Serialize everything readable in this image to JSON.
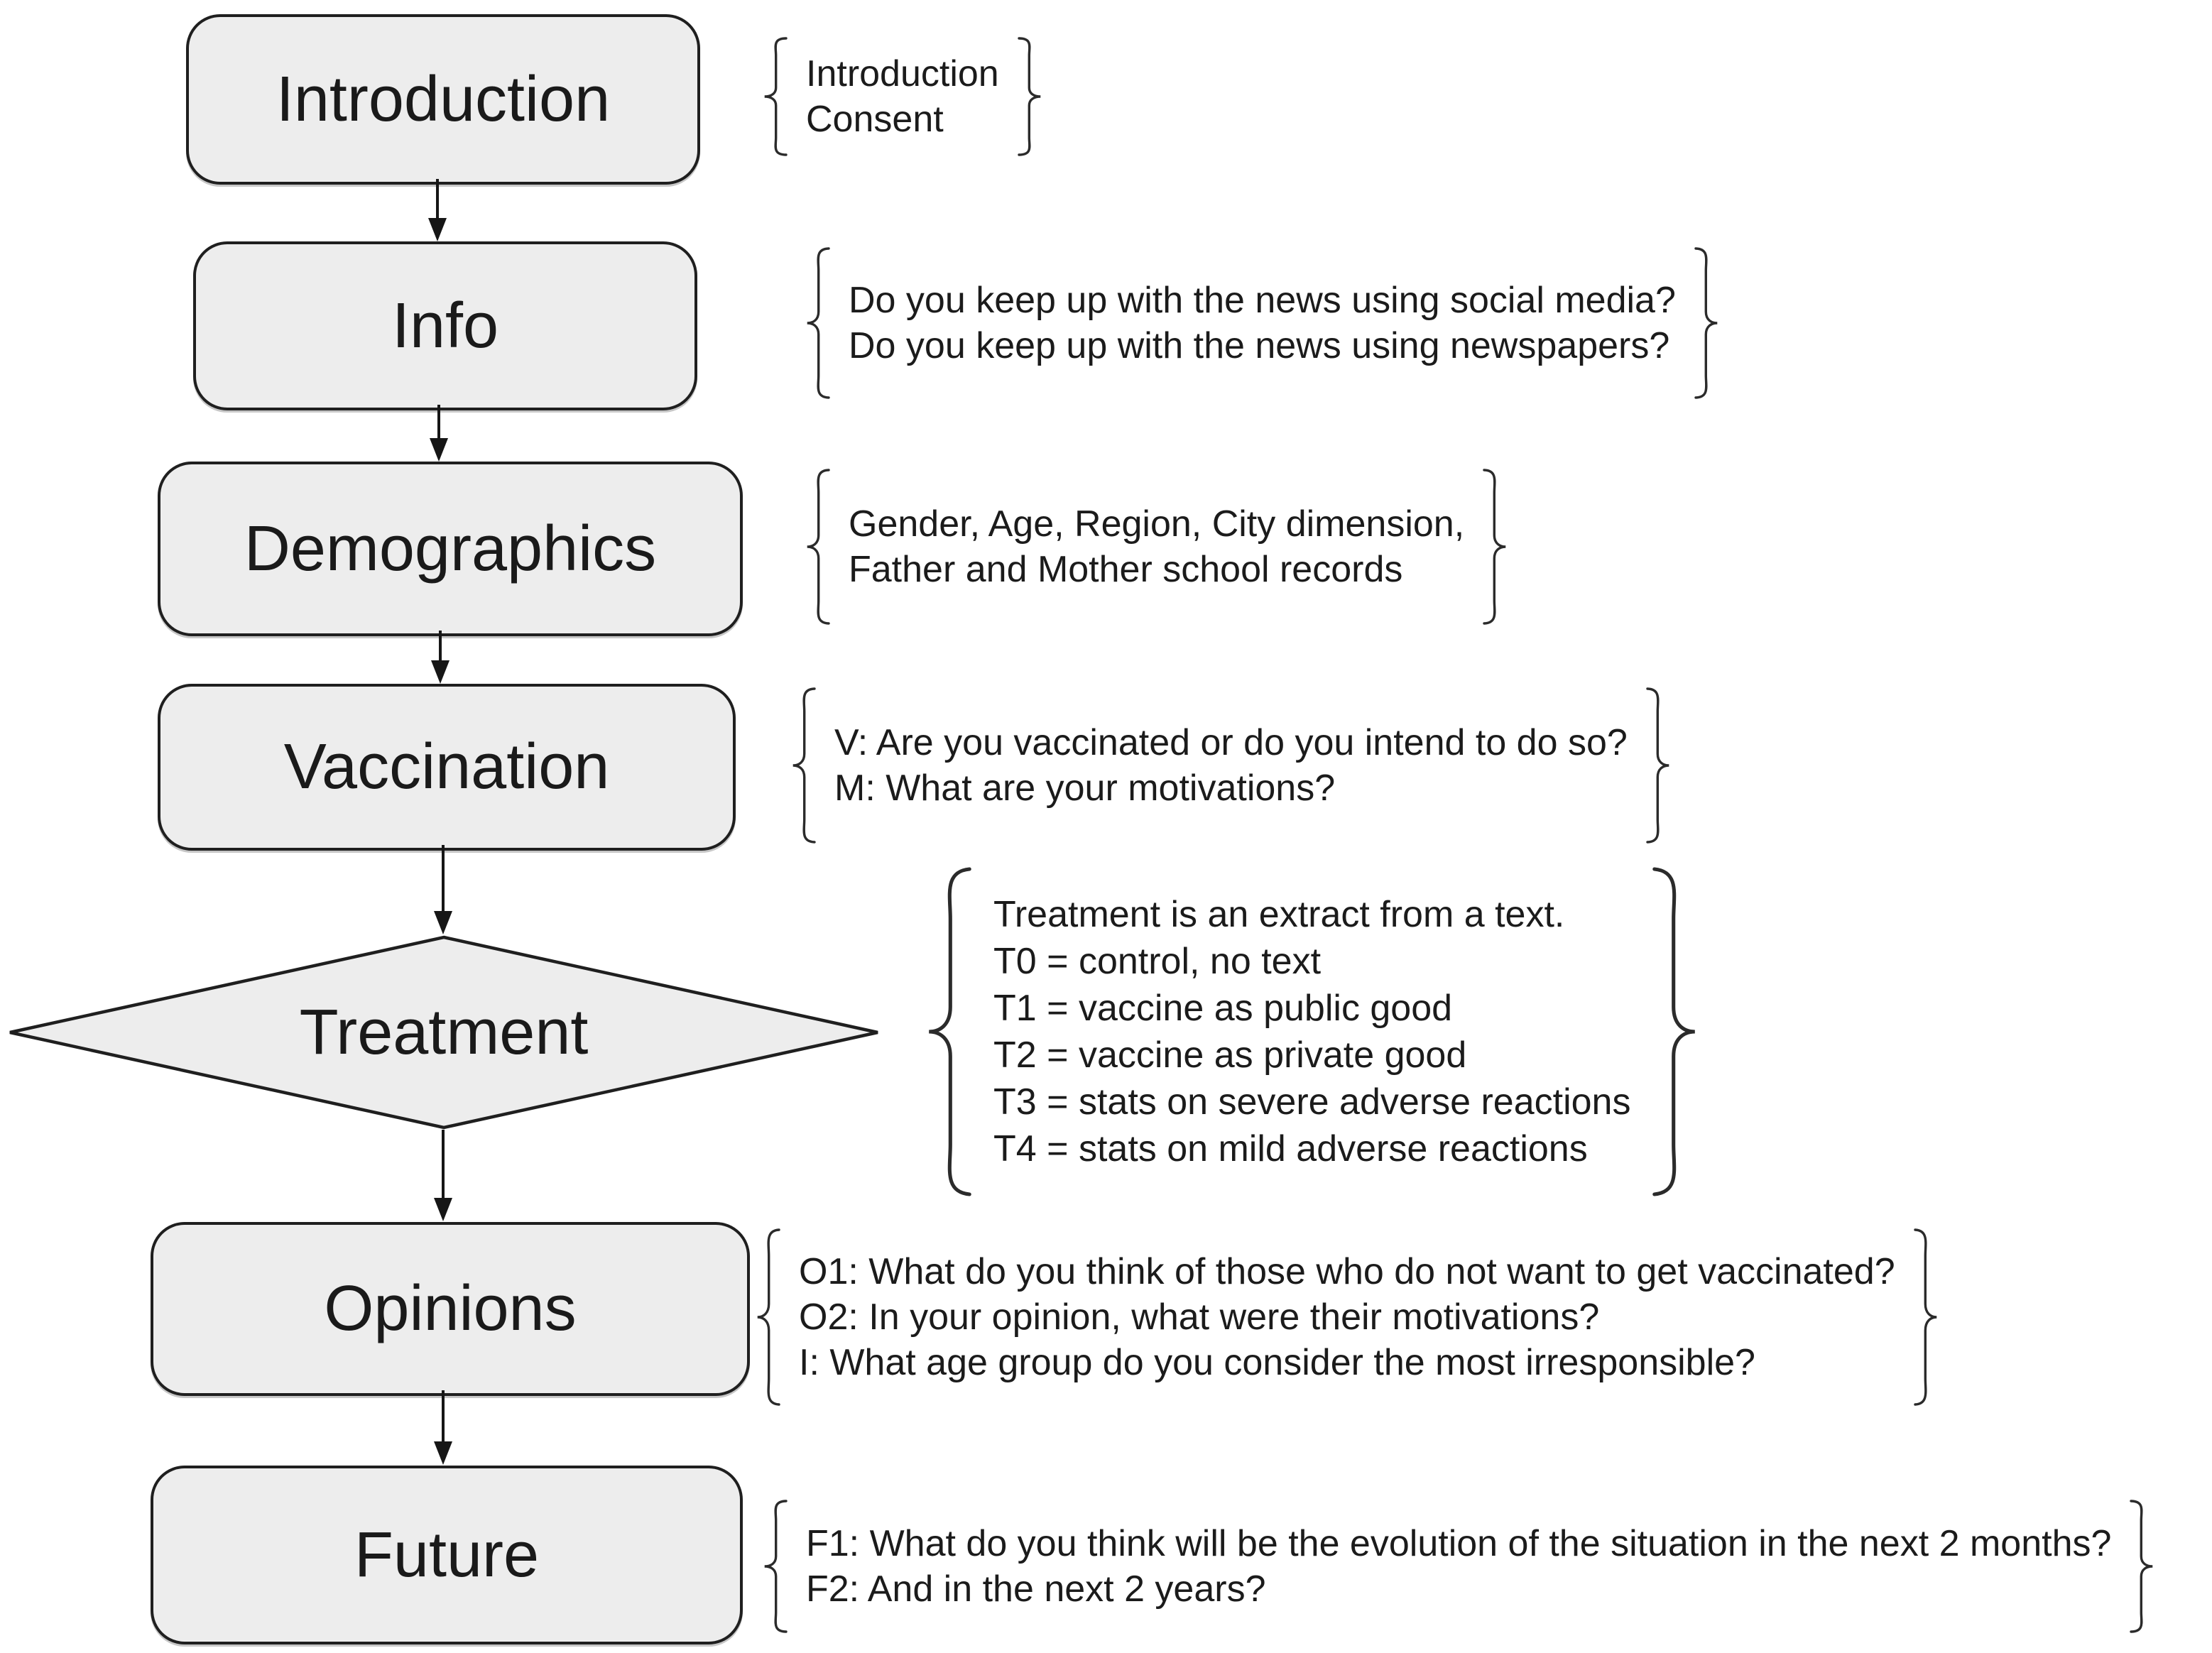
{
  "colors": {
    "background": "#ffffff",
    "node_fill": "#ededed",
    "node_border": "#1f1f1f",
    "arrow": "#161616",
    "text": "#1a1a1a",
    "brace": "#2b2b2b"
  },
  "nodes": [
    {
      "label": "Introduction",
      "shape": "rounded-rect",
      "annotation": [
        "Introduction",
        "Consent"
      ]
    },
    {
      "label": "Info",
      "shape": "rounded-rect",
      "annotation": [
        "Do you keep up with the news using social media?",
        "Do you keep up with the news using newspapers?"
      ]
    },
    {
      "label": "Demographics",
      "shape": "rounded-rect",
      "annotation": [
        "Gender, Age, Region, City dimension,",
        "Father and Mother school records"
      ]
    },
    {
      "label": "Vaccination",
      "shape": "rounded-rect",
      "annotation": [
        "V: Are you vaccinated or do you intend to do so?",
        "M: What are your motivations?"
      ]
    },
    {
      "label": "Treatment",
      "shape": "diamond",
      "annotation": [
        "Treatment is an extract from a text.",
        "T0 = control, no text",
        "T1 = vaccine as public good",
        "T2 = vaccine as private good",
        "T3 = stats on severe adverse reactions",
        "T4 = stats on mild adverse reactions"
      ]
    },
    {
      "label": "Opinions",
      "shape": "rounded-rect",
      "annotation": [
        "O1: What do you think of those who do not want to get vaccinated?",
        "O2: In your opinion, what were their motivations?",
        "I: What age group do you consider the most irresponsible?"
      ]
    },
    {
      "label": "Future",
      "shape": "rounded-rect",
      "annotation": [
        "F1: What do you think will be the evolution of the situation in the next 2 months?",
        "F2: And in the next 2 years?"
      ]
    }
  ]
}
